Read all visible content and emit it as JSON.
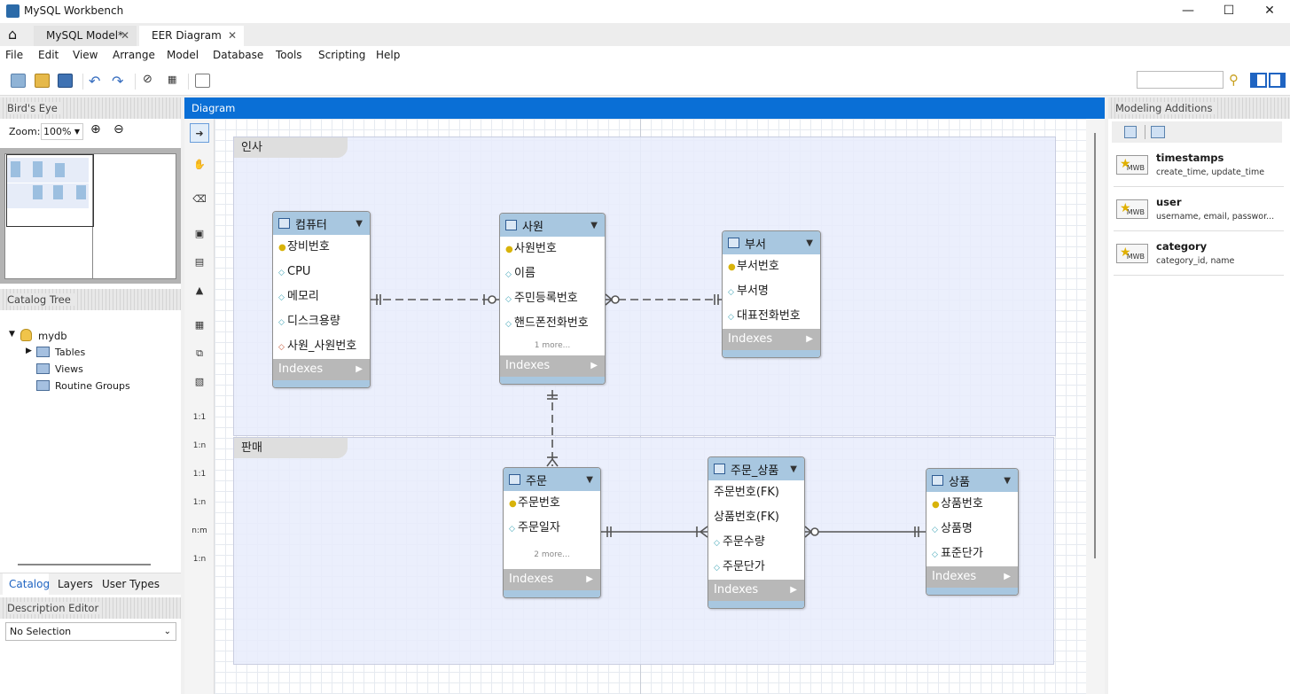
{
  "window": {
    "title": "MySQL Workbench"
  },
  "tabs": [
    {
      "label": "MySQL Model*"
    },
    {
      "label": "EER Diagram"
    }
  ],
  "menu": [
    "File",
    "Edit",
    "View",
    "Arrange",
    "Model",
    "Database",
    "Tools",
    "Scripting",
    "Help"
  ],
  "birds_eye": {
    "title": "Bird's Eye",
    "zoom_label": "Zoom:",
    "zoom_value": "100%"
  },
  "catalog": {
    "title": "Catalog Tree",
    "schema": "mydb",
    "children": [
      "Tables",
      "Views",
      "Routine Groups"
    ],
    "tabs": [
      "Catalog",
      "Layers",
      "User Types"
    ]
  },
  "description": {
    "title": "Description Editor",
    "selection": "No Selection"
  },
  "diagram": {
    "title": "Diagram",
    "layers": [
      {
        "name": "인사"
      },
      {
        "name": "판매"
      }
    ],
    "entities": [
      {
        "name": "컴퓨터",
        "fields": [
          {
            "kind": "pk",
            "name": "장비번호"
          },
          {
            "kind": "col",
            "name": "CPU"
          },
          {
            "kind": "col",
            "name": "메모리"
          },
          {
            "kind": "col",
            "name": "디스크용량"
          },
          {
            "kind": "fk",
            "name": "사원_사원번호"
          }
        ],
        "more": "",
        "indexes": "Indexes"
      },
      {
        "name": "사원",
        "fields": [
          {
            "kind": "pk",
            "name": "사원번호"
          },
          {
            "kind": "col",
            "name": "이름"
          },
          {
            "kind": "col",
            "name": "주민등록번호"
          },
          {
            "kind": "col",
            "name": "핸드폰전화번호"
          }
        ],
        "more": "1 more...",
        "indexes": "Indexes"
      },
      {
        "name": "부서",
        "fields": [
          {
            "kind": "pk",
            "name": "부서번호"
          },
          {
            "kind": "col",
            "name": "부서명"
          },
          {
            "kind": "col",
            "name": "대표전화번호"
          }
        ],
        "more": "",
        "indexes": "Indexes"
      },
      {
        "name": "주문",
        "fields": [
          {
            "kind": "pk",
            "name": "주문번호"
          },
          {
            "kind": "col",
            "name": "주문일자"
          }
        ],
        "more": "2 more...",
        "indexes": "Indexes"
      },
      {
        "name": "주문_상품",
        "fields": [
          {
            "kind": "none",
            "name": "주문번호(FK)"
          },
          {
            "kind": "none",
            "name": "상품번호(FK)"
          },
          {
            "kind": "col",
            "name": "주문수량"
          },
          {
            "kind": "col",
            "name": "주문단가"
          }
        ],
        "more": "",
        "indexes": "Indexes"
      },
      {
        "name": "상품",
        "fields": [
          {
            "kind": "pk",
            "name": "상품번호"
          },
          {
            "kind": "col",
            "name": "상품명"
          },
          {
            "kind": "col",
            "name": "표준단가"
          }
        ],
        "more": "",
        "indexes": "Indexes"
      }
    ],
    "tool_labels": [
      "1:1",
      "1:n",
      "1:1",
      "1:n",
      "n:m",
      "1:n"
    ]
  },
  "modeling_additions": {
    "title": "Modeling Additions",
    "items": [
      {
        "name": "timestamps",
        "desc": "create_time, update_time",
        "badge": "MWB"
      },
      {
        "name": "user",
        "desc": "username, email, passwor...",
        "badge": "MWB"
      },
      {
        "name": "category",
        "desc": "category_id, name",
        "badge": "MWB"
      }
    ]
  },
  "colors": {
    "accent": "#0a6fd6",
    "entity_header": "#a8c7e0",
    "layer_fill": "#e8ecfc"
  }
}
